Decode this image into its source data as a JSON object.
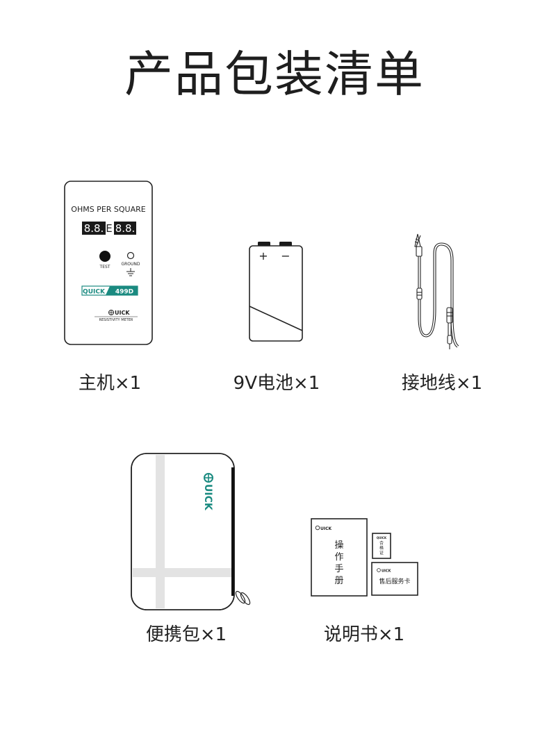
{
  "title": "产品包装清单",
  "items": [
    {
      "caption": "主机×1"
    },
    {
      "caption": "9V电池×1"
    },
    {
      "caption": "接地线×1"
    },
    {
      "caption": "便携包×1"
    },
    {
      "caption": "说明书×1"
    }
  ],
  "meter": {
    "header": "OHMS PER SQUARE",
    "display_left": "8.8.",
    "display_mid": "E",
    "display_right": "8.8.",
    "test_label": "TEST",
    "ground_label": "GROUND",
    "model_left": "QUICK",
    "model_right": "499D",
    "brand": "UICK",
    "subtitle": "RESISTIVITY METER"
  },
  "battery": {
    "plus": "+",
    "minus": "−"
  },
  "bag": {
    "brand": "UICK"
  },
  "manual": {
    "brand": "UICK",
    "title_chars": [
      "操",
      "作",
      "手",
      "册"
    ],
    "cert_brand": "QUICK",
    "cert_chars": [
      "合",
      "格",
      "证"
    ],
    "card_brand": "UICK",
    "card_label": "售后服务卡"
  },
  "colors": {
    "accent": "#1a8a80",
    "line": "#222222",
    "bag_stripe": "#e3e3e3"
  }
}
